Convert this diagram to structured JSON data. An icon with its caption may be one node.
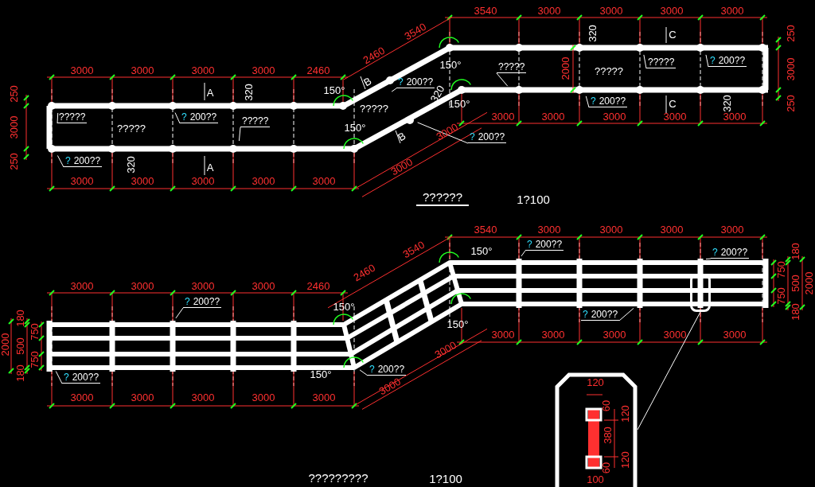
{
  "diagram": {
    "nodes": [
      {
        "text": [
          "?????"
        ]
      },
      {
        "text": [
          "?",
          "200??"
        ]
      },
      {
        "text": [
          "?????"
        ]
      },
      {
        "text": [
          "?",
          "200??"
        ]
      },
      {
        "text": [
          "?",
          "200??"
        ]
      },
      {
        "text": [
          "?",
          "200??"
        ]
      },
      {
        "text": [
          "?????"
        ]
      },
      {
        "text": [
          "?????"
        ]
      },
      {
        "text": [
          "?",
          "200??"
        ]
      },
      {
        "text": [
          "?",
          "200??"
        ]
      },
      {
        "text": [
          "?",
          "200??"
        ]
      },
      {
        "text": [
          "?",
          "200??"
        ]
      },
      {
        "text": [
          "?",
          "200??"
        ]
      },
      {
        "text": [
          "?",
          "200??"
        ]
      },
      {
        "text": [
          "?",
          "200??"
        ]
      },
      {
        "text": [
          "?",
          "200??"
        ]
      },
      {
        "text": [],
        "shape": "box"
      },
      {
        "text": [],
        "shape": "box"
      }
    ],
    "edges": [
      {
        "from": 0,
        "to": null,
        "arrow": "none"
      },
      {
        "from": 1,
        "to": null,
        "arrow": "none"
      },
      {
        "from": 2,
        "to": null,
        "arrow": "none"
      },
      {
        "from": 3,
        "to": null,
        "arrow": "none"
      },
      {
        "from": 4,
        "to": null,
        "arrow": "none"
      },
      {
        "from": 5,
        "to": null,
        "arrow": "none"
      },
      {
        "from": 6,
        "to": null,
        "arrow": "none"
      },
      {
        "from": 7,
        "to": null,
        "arrow": "none"
      },
      {
        "from": 8,
        "to": null,
        "arrow": "none"
      },
      {
        "from": 9,
        "to": null,
        "arrow": "none"
      },
      {
        "from": 10,
        "to": null,
        "arrow": "none"
      },
      {
        "from": 11,
        "to": null,
        "arrow": "none"
      },
      {
        "from": 12,
        "to": null,
        "arrow": "none"
      },
      {
        "from": 13,
        "to": null,
        "arrow": "none"
      },
      {
        "from": 14,
        "to": null,
        "arrow": "none"
      },
      {
        "from": 15,
        "to": null,
        "arrow": "none"
      },
      {
        "from": 16,
        "to": 17,
        "arrow": "none"
      }
    ],
    "labels": [
      "3000",
      "3000",
      "3000",
      "3000",
      "2460",
      "2460",
      "3540",
      "3540",
      "3000",
      "3000",
      "3000",
      "3000",
      "250",
      "3000",
      "250",
      "250",
      "3000",
      "250",
      "3000",
      "3000",
      "3000",
      "3000",
      "3000",
      "3000",
      "3000",
      "3000",
      "3000",
      "3000",
      "3000",
      "3000",
      "320",
      "320",
      "320",
      "320",
      "320",
      "2000",
      "A",
      "A",
      "B",
      "B",
      "C",
      "C",
      "150°",
      "150°",
      "150°",
      "150°",
      "?????",
      "?????",
      "?????",
      "??????",
      "1?100",
      "3000",
      "3000",
      "3000",
      "3000",
      "2460",
      "2460",
      "3540",
      "3540",
      "3000",
      "3000",
      "3000",
      "3000",
      "2000",
      "180",
      "500",
      "180",
      "750",
      "750",
      "180",
      "750",
      "500",
      "750",
      "180",
      "2000",
      "3000",
      "3000",
      "3000",
      "3000",
      "3000",
      "3000",
      "3000",
      "3000",
      "3000",
      "3000",
      "3000",
      "3000",
      "150°",
      "150°",
      "150°",
      "150°",
      "?????????",
      "1?100",
      "120",
      "60",
      "120",
      "380",
      "120",
      "60",
      "100"
    ]
  }
}
